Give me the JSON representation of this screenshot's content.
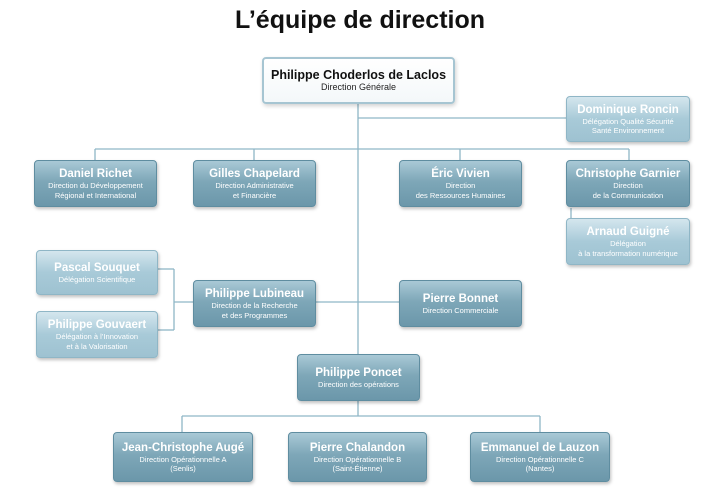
{
  "title": "L’équipe de direction",
  "nodes": {
    "ceo": {
      "name": "Philippe Choderlos de Laclos",
      "role": "Direction Générale"
    },
    "roncin": {
      "name": "Dominique Roncin",
      "role": "Délégation Qualité Sécurité\nSanté Environnement"
    },
    "richet": {
      "name": "Daniel Richet",
      "role": "Direction du Développement\nRégional et International"
    },
    "chapelard": {
      "name": "Gilles Chapelard",
      "role": "Direction Administrative\net Financière"
    },
    "vivien": {
      "name": "Éric Vivien",
      "role": "Direction\ndes Ressources Humaines"
    },
    "garnier": {
      "name": "Christophe Garnier",
      "role": "Direction\nde la Communication"
    },
    "guigne": {
      "name": "Arnaud Guigné",
      "role": "Délégation\nà la transformation numérique"
    },
    "souquet": {
      "name": "Pascal Souquet",
      "role": "Délégation Scientifique"
    },
    "gouvaert": {
      "name": "Philippe Gouvaert",
      "role": "Délégation à l’Innovation\net à la Valorisation"
    },
    "lubineau": {
      "name": "Philippe Lubineau",
      "role": "Direction de la Recherche\net des Programmes"
    },
    "bonnet": {
      "name": "Pierre Bonnet",
      "role": "Direction Commerciale"
    },
    "poncet": {
      "name": "Philippe Poncet",
      "role": "Direction des opérations"
    },
    "auge": {
      "name": "Jean-Christophe Augé",
      "role": "Direction Opérationnelle A\n(Senlis)"
    },
    "chalandon": {
      "name": "Pierre Chalandon",
      "role": "Direction Opérationnelle B\n(Saint-Étienne)"
    },
    "lauzon": {
      "name": "Emmanuel de Lauzon",
      "role": "Direction Opérationnelle C\n(Nantes)"
    }
  },
  "colors": {
    "line": "#8fb6c6",
    "box_dark": "#7ea7b8",
    "box_light": "#a8cad8",
    "top_border": "#a6c5d2"
  }
}
